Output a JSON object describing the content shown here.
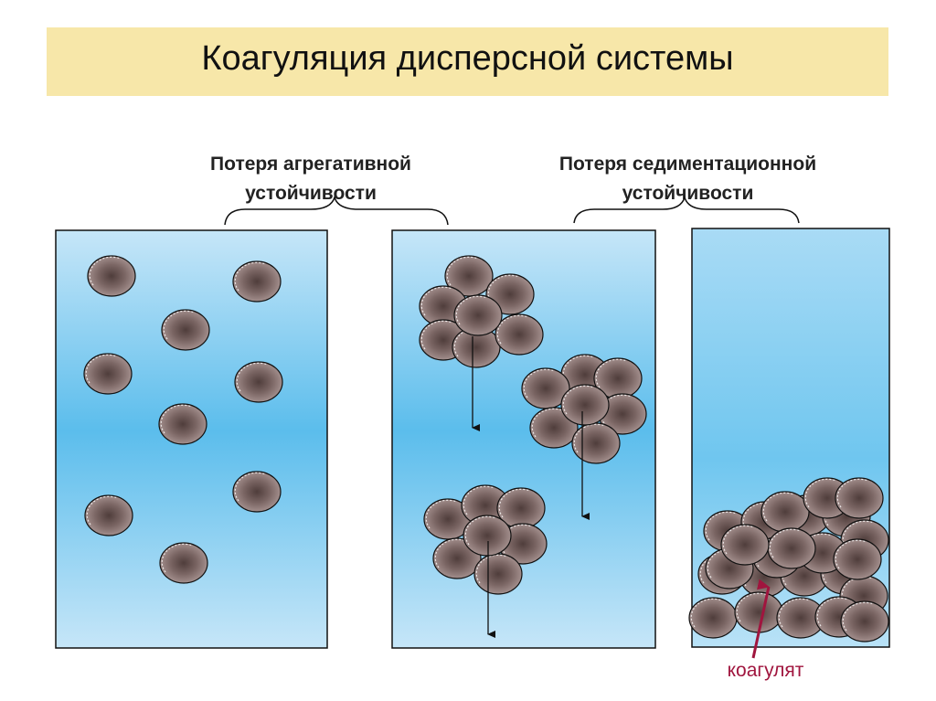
{
  "title": "Коагуляция дисперсной системы",
  "stages": {
    "aggregative_loss": "Потеря агрегативной устойчивости",
    "sedimentation_loss": "Потеря седиментационной устойчивости"
  },
  "coagulate_label": "коагулят",
  "colors": {
    "title_background": "#f7e7a9",
    "liquid_light": "#c4e4f7",
    "liquid_dark": "#5bbdec",
    "particle_center": "#5d4a48",
    "particle_edge": "#9c8785",
    "coagulate_arrow": "#a0153e"
  }
}
